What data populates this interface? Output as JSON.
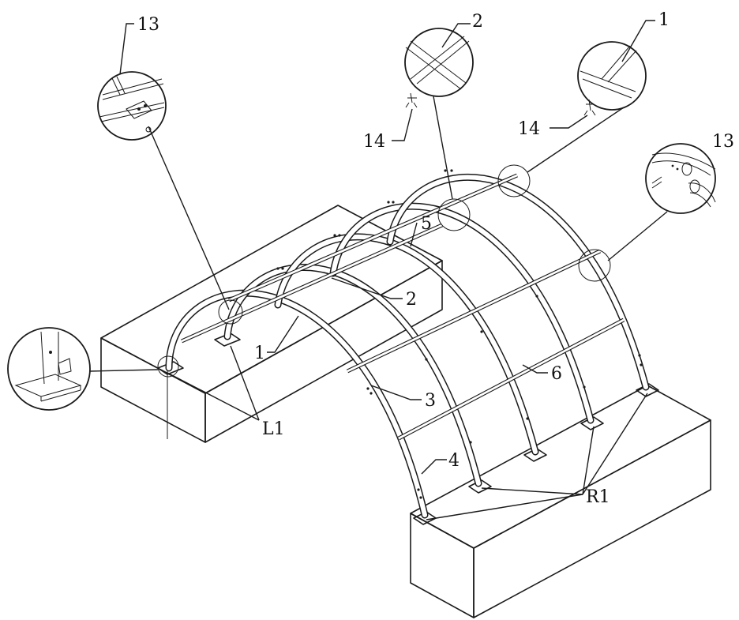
{
  "labels": {
    "l13_top": "13",
    "l2_top": "2",
    "l1_top": "1",
    "l14_left": "14",
    "l14_right": "14",
    "l13_right": "13",
    "l5": "5",
    "l2_mid": "2",
    "l1_mid": "1",
    "l6": "6",
    "l3": "3",
    "l4": "4",
    "lL1": "L1",
    "lR1": "R1"
  },
  "colors": {
    "line": "#1a1a1a",
    "background": "#ffffff"
  }
}
